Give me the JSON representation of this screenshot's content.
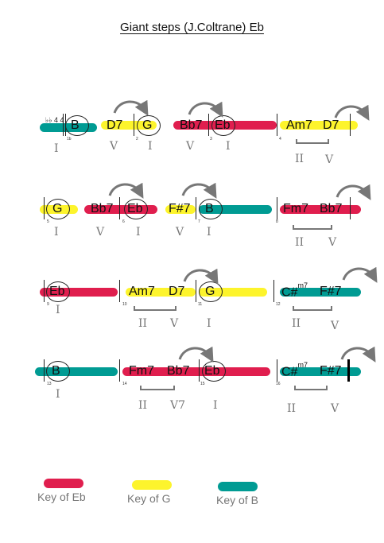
{
  "title": "Giant steps (J.Coltrane) Eb",
  "clef": "♭♭ 4 4",
  "rows": [
    {
      "chords": [
        "B",
        "D7",
        "G",
        "Bb7",
        "Eb",
        "Am7",
        "D7"
      ],
      "measure_numbers": [
        "1b",
        "2",
        "3",
        "4"
      ],
      "numerals": [
        "I",
        "V",
        "I",
        "V",
        "I",
        "II",
        "V"
      ]
    },
    {
      "chords": [
        "G",
        "Bb7",
        "Eb",
        "F#7",
        "B",
        "Fm7",
        "Bb7"
      ],
      "measure_numbers": [
        "5",
        "6",
        "7",
        "8"
      ],
      "numerals": [
        "I",
        "V",
        "I",
        "V",
        "I",
        "II",
        "V"
      ]
    },
    {
      "chords": [
        "Eb",
        "Am7",
        "D7",
        "G",
        "C#",
        "m7",
        "F#7"
      ],
      "measure_numbers": [
        "9",
        "10",
        "11",
        "12"
      ],
      "numerals": [
        "I",
        "II",
        "V",
        "I",
        "II",
        "V"
      ]
    },
    {
      "chords": [
        "B",
        "Fm7",
        "Bb7",
        "Eb",
        "C#",
        "m7",
        "F#7"
      ],
      "measure_numbers": [
        "13",
        "14",
        "15",
        "16"
      ],
      "numerals": [
        "I",
        "II",
        "V7",
        "I",
        "II",
        "V"
      ]
    }
  ],
  "legend": [
    {
      "label": "Key of Eb",
      "color": "#e01e4e"
    },
    {
      "label": "Key of G",
      "color": "#fdf42c"
    },
    {
      "label": "Key of B",
      "color": "#009b93"
    }
  ]
}
